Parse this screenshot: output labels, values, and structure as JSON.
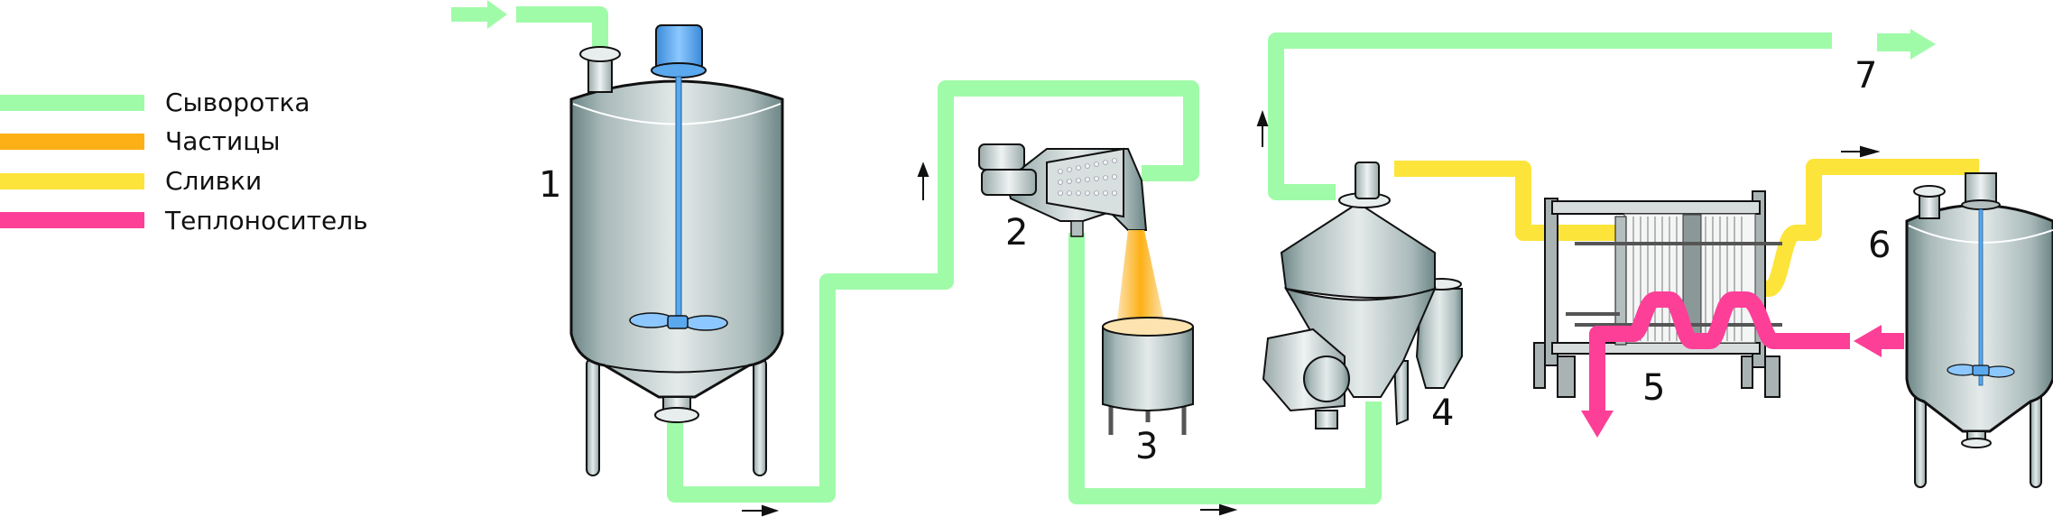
{
  "legend": [
    {
      "label": "Сыворотка",
      "color": "#a0fba8"
    },
    {
      "label": "Частицы",
      "color": "#fdb015"
    },
    {
      "label": "Сливки",
      "color": "#fde43a"
    },
    {
      "label": "Теплоноситель",
      "color": "#fd3f98"
    }
  ],
  "equipment": [
    {
      "number": "1",
      "name": "tank-1"
    },
    {
      "number": "2",
      "name": "rotary-screen"
    },
    {
      "number": "3",
      "name": "particle-collector"
    },
    {
      "number": "4",
      "name": "separator"
    },
    {
      "number": "5",
      "name": "plate-heat-exchanger"
    },
    {
      "number": "6",
      "name": "cream-tank"
    },
    {
      "number": "7",
      "name": "whey-outlet"
    }
  ],
  "colors": {
    "whey": "#a0fba8",
    "particles": "#fdb015",
    "cream": "#fde43a",
    "heating": "#fd3f98",
    "steel": "#c9d0d0",
    "agitator": "#5aa8ee"
  }
}
